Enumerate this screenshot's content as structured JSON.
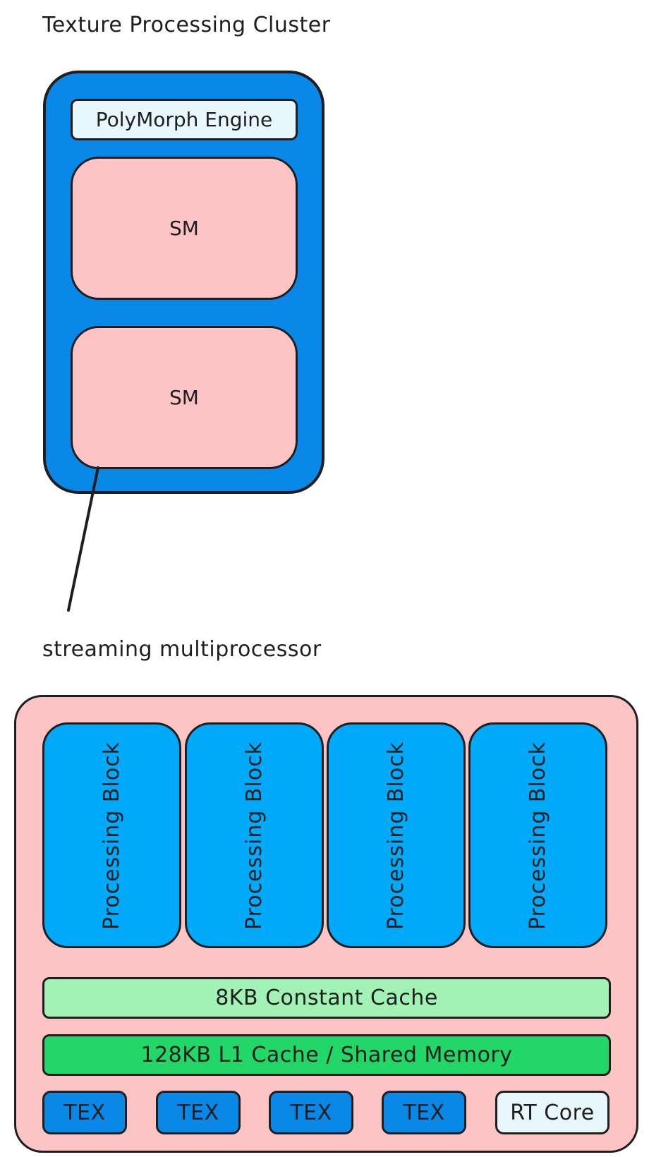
{
  "tpc": {
    "title": "Texture Processing Cluster",
    "polymorph_label": "PolyMorph Engine",
    "sm_labels": [
      "SM",
      "SM"
    ]
  },
  "sm": {
    "title": "streaming multiprocessor",
    "processing_blocks": [
      "Processing Block",
      "Processing Block",
      "Processing Block",
      "Processing Block"
    ],
    "constant_cache": "8KB Constant Cache",
    "l1_cache": "128KB L1 Cache / Shared Memory",
    "tex_units": [
      "TEX",
      "TEX",
      "TEX",
      "TEX"
    ],
    "rt_core": "RT Core"
  },
  "colors": {
    "tpc_fill": "#0a88e8",
    "sm_fill": "#fcc4c5",
    "polymorph_fill": "#e8f6fd",
    "processing_block_fill": "#00a9fa",
    "constant_cache_fill": "#a2f2b6",
    "l1_cache_fill": "#22d667",
    "tex_fill": "#0a88e8",
    "rt_core_fill": "#e8f6fd",
    "stroke": "#1e1e1e"
  }
}
